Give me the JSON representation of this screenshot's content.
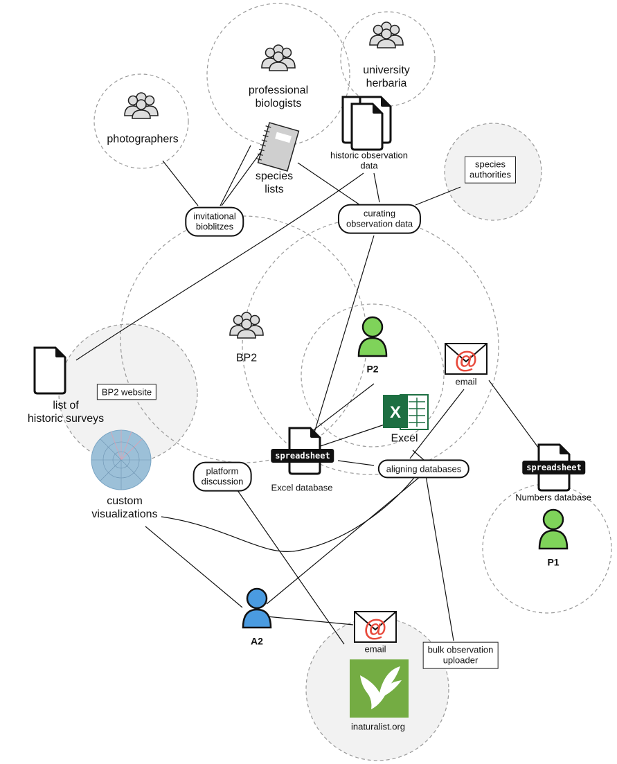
{
  "groups": {
    "photographers": "photographers",
    "biologists": "professional\nbiologists",
    "herbaria": "university\nherbaria",
    "species_lists": "species\nlists",
    "historic_data": "historic observation\ndata",
    "species_authorities": "species\nauthorities",
    "bp2": "BP2",
    "bp2_website": "BP2 website",
    "historic_surveys": "list of\nhistoric surveys",
    "custom_viz": "custom\nvisualizations"
  },
  "activities": {
    "bioblitzes": "invitational\nbioblitzes",
    "curating": "curating\nobservation data",
    "platform_discussion": "platform\ndiscussion",
    "aligning": "aligning databases"
  },
  "people": {
    "p2": "P2",
    "p1": "P1",
    "a2": "A2"
  },
  "tools": {
    "email_top": "email",
    "email_bottom": "email",
    "excel": "Excel",
    "spreadsheet_badge": "spreadsheet",
    "excel_db": "Excel database",
    "numbers_db": "Numbers database",
    "inaturalist": "inaturalist.org",
    "bulk_uploader": "bulk observation\nuploader"
  },
  "colors": {
    "green_person": "#7fd35a",
    "blue_person": "#4a9be0",
    "inat_green": "#74ac43",
    "excel_green": "#1d6f42",
    "email_red": "#e84a3c"
  }
}
